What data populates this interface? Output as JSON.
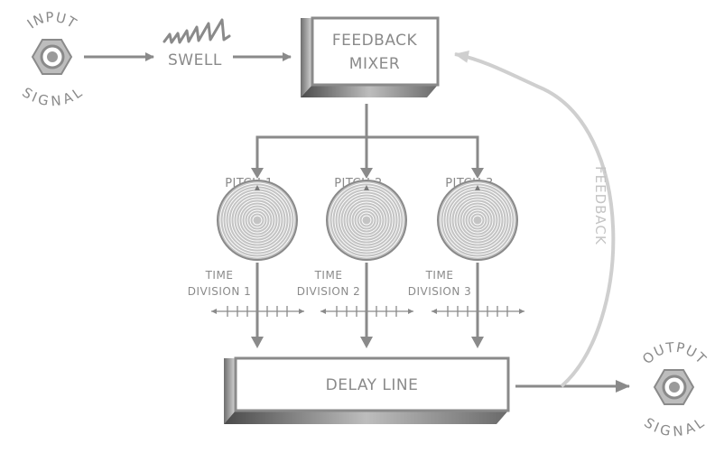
{
  "input_jack": {
    "label": "INPUT SIGNAL",
    "word1": "INPUT",
    "word2": "SIGNAL"
  },
  "output_jack": {
    "label": "OUTPUT SIGNAL",
    "word1": "OUTPUT",
    "word2": "SIGNAL"
  },
  "swell": {
    "label": "SWELL"
  },
  "feedback_mixer": {
    "line1": "FEEDBACK",
    "line2": "MIXER"
  },
  "delay_line": {
    "label": "DELAY LINE"
  },
  "feedback_path": {
    "label": "FEEDBACK"
  },
  "pitches": [
    {
      "label": "PITCH 1",
      "time_line1": "TIME",
      "time_line2": "DIVISION 1"
    },
    {
      "label": "PITCH 2",
      "time_line1": "TIME",
      "time_line2": "DIVISION 2"
    },
    {
      "label": "PITCH 3",
      "time_line1": "TIME",
      "time_line2": "DIVISION 3"
    }
  ],
  "colors": {
    "stroke": "#8a8a8a",
    "feedback": "#c8c8c8",
    "label": "#8a8a8a"
  }
}
